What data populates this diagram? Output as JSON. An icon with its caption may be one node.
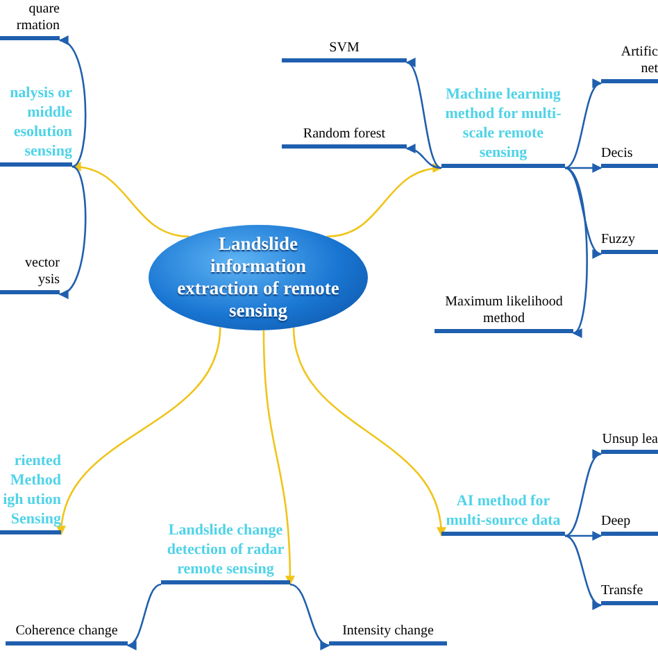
{
  "diagram": {
    "nodes": [
      {
        "text": [
          "Landslide information extraction of remote sensing"
        ]
      },
      {
        "text": [
          "Machine learning method for multi-scale remote sensing"
        ]
      },
      {
        "text": [
          "SVM"
        ]
      },
      {
        "text": [
          "Random forest"
        ]
      },
      {
        "text": [
          "Maximum likelihood method"
        ]
      },
      {
        "text": [
          "Artific net"
        ]
      },
      {
        "text": [
          "Decis"
        ]
      },
      {
        "text": [
          "Fuzzy"
        ]
      },
      {
        "text": [
          "quare rmation"
        ]
      },
      {
        "text": [
          "nalysis or middle esolution sensing"
        ]
      },
      {
        "text": [
          "vector ysis"
        ]
      },
      {
        "text": [
          "riented Method igh ution Sensing"
        ]
      },
      {
        "text": [
          "Landslide change detection of radar remote sensing"
        ]
      },
      {
        "text": [
          "Coherence change"
        ]
      },
      {
        "text": [
          "Intensity change"
        ]
      },
      {
        "text": [
          "AI method for multi-source data"
        ]
      },
      {
        "text": [
          "Unsup lea"
        ]
      },
      {
        "text": [
          "Deep"
        ]
      },
      {
        "text": [
          "Transfe"
        ]
      }
    ],
    "edges": [
      {
        "from": 0,
        "to": 1,
        "arrow": "to",
        "color": "#f0c419"
      },
      {
        "from": 0,
        "to": 9,
        "arrow": "to",
        "color": "#f0c419"
      },
      {
        "from": 0,
        "to": 11,
        "arrow": "to",
        "color": "#f0c419"
      },
      {
        "from": 0,
        "to": 12,
        "arrow": "to",
        "color": "#f0c419"
      },
      {
        "from": 0,
        "to": 15,
        "arrow": "to",
        "color": "#f0c419"
      },
      {
        "from": 1,
        "to": 2,
        "arrow": "to"
      },
      {
        "from": 1,
        "to": 3,
        "arrow": "to"
      },
      {
        "from": 1,
        "to": 4,
        "arrow": "to"
      },
      {
        "from": 1,
        "to": 5,
        "arrow": "to"
      },
      {
        "from": 1,
        "to": 6,
        "arrow": "to"
      },
      {
        "from": 1,
        "to": 7,
        "arrow": "to"
      },
      {
        "from": 9,
        "to": 8,
        "arrow": "to"
      },
      {
        "from": 9,
        "to": 10,
        "arrow": "to"
      },
      {
        "from": 12,
        "to": 13,
        "arrow": "to"
      },
      {
        "from": 12,
        "to": 14,
        "arrow": "to"
      },
      {
        "from": 15,
        "to": 16,
        "arrow": "to"
      },
      {
        "from": 15,
        "to": 17,
        "arrow": "to"
      },
      {
        "from": 15,
        "to": 18,
        "arrow": "to"
      }
    ]
  }
}
